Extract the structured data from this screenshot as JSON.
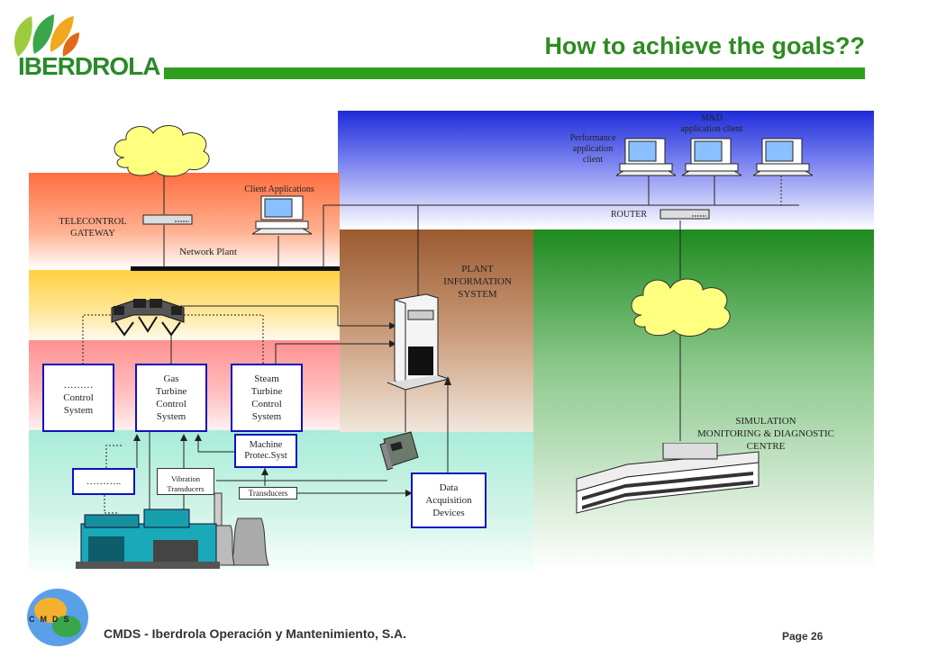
{
  "header": {
    "title": "How to achieve the goals??",
    "logo_text": "IBERDROLA"
  },
  "footer": {
    "company": "CMDS - Iberdrola Operación y Mantenimiento, S.A.",
    "page": "Page 26",
    "badge_letters": [
      "C",
      "M",
      "D",
      "S"
    ]
  },
  "diagram": {
    "telecontrol_gateway": "TELECONTROL\nGATEWAY",
    "network_plant": "Network Plant",
    "client_applications": "Client Applications",
    "router": "ROUTER",
    "performance_client": "Performance\napplication\nclient",
    "md_client": "M&D\napplication client",
    "plant_information_system": "PLANT\nINFORMATION\nSYSTEM",
    "simulation_centre": "SIMULATION\nMONITORING & DIAGNOSTIC\nCENTRE",
    "control_system": "………\nControl\nSystem",
    "gas_turbine": "Gas\nTurbine\nControl\nSystem",
    "steam_turbine": "Steam\nTurbine\nControl\nSystem",
    "machine_protec": "Machine\nProtec.Syst",
    "ellipsis_box": "………..",
    "vibration": "Vibration\nTransducers",
    "transducers": "Transducers",
    "data_acquisition": "Data\nAcquisition\nDevices"
  },
  "colors": {
    "accent_green": "#2f9e1f",
    "box_border": "#1010c0"
  }
}
